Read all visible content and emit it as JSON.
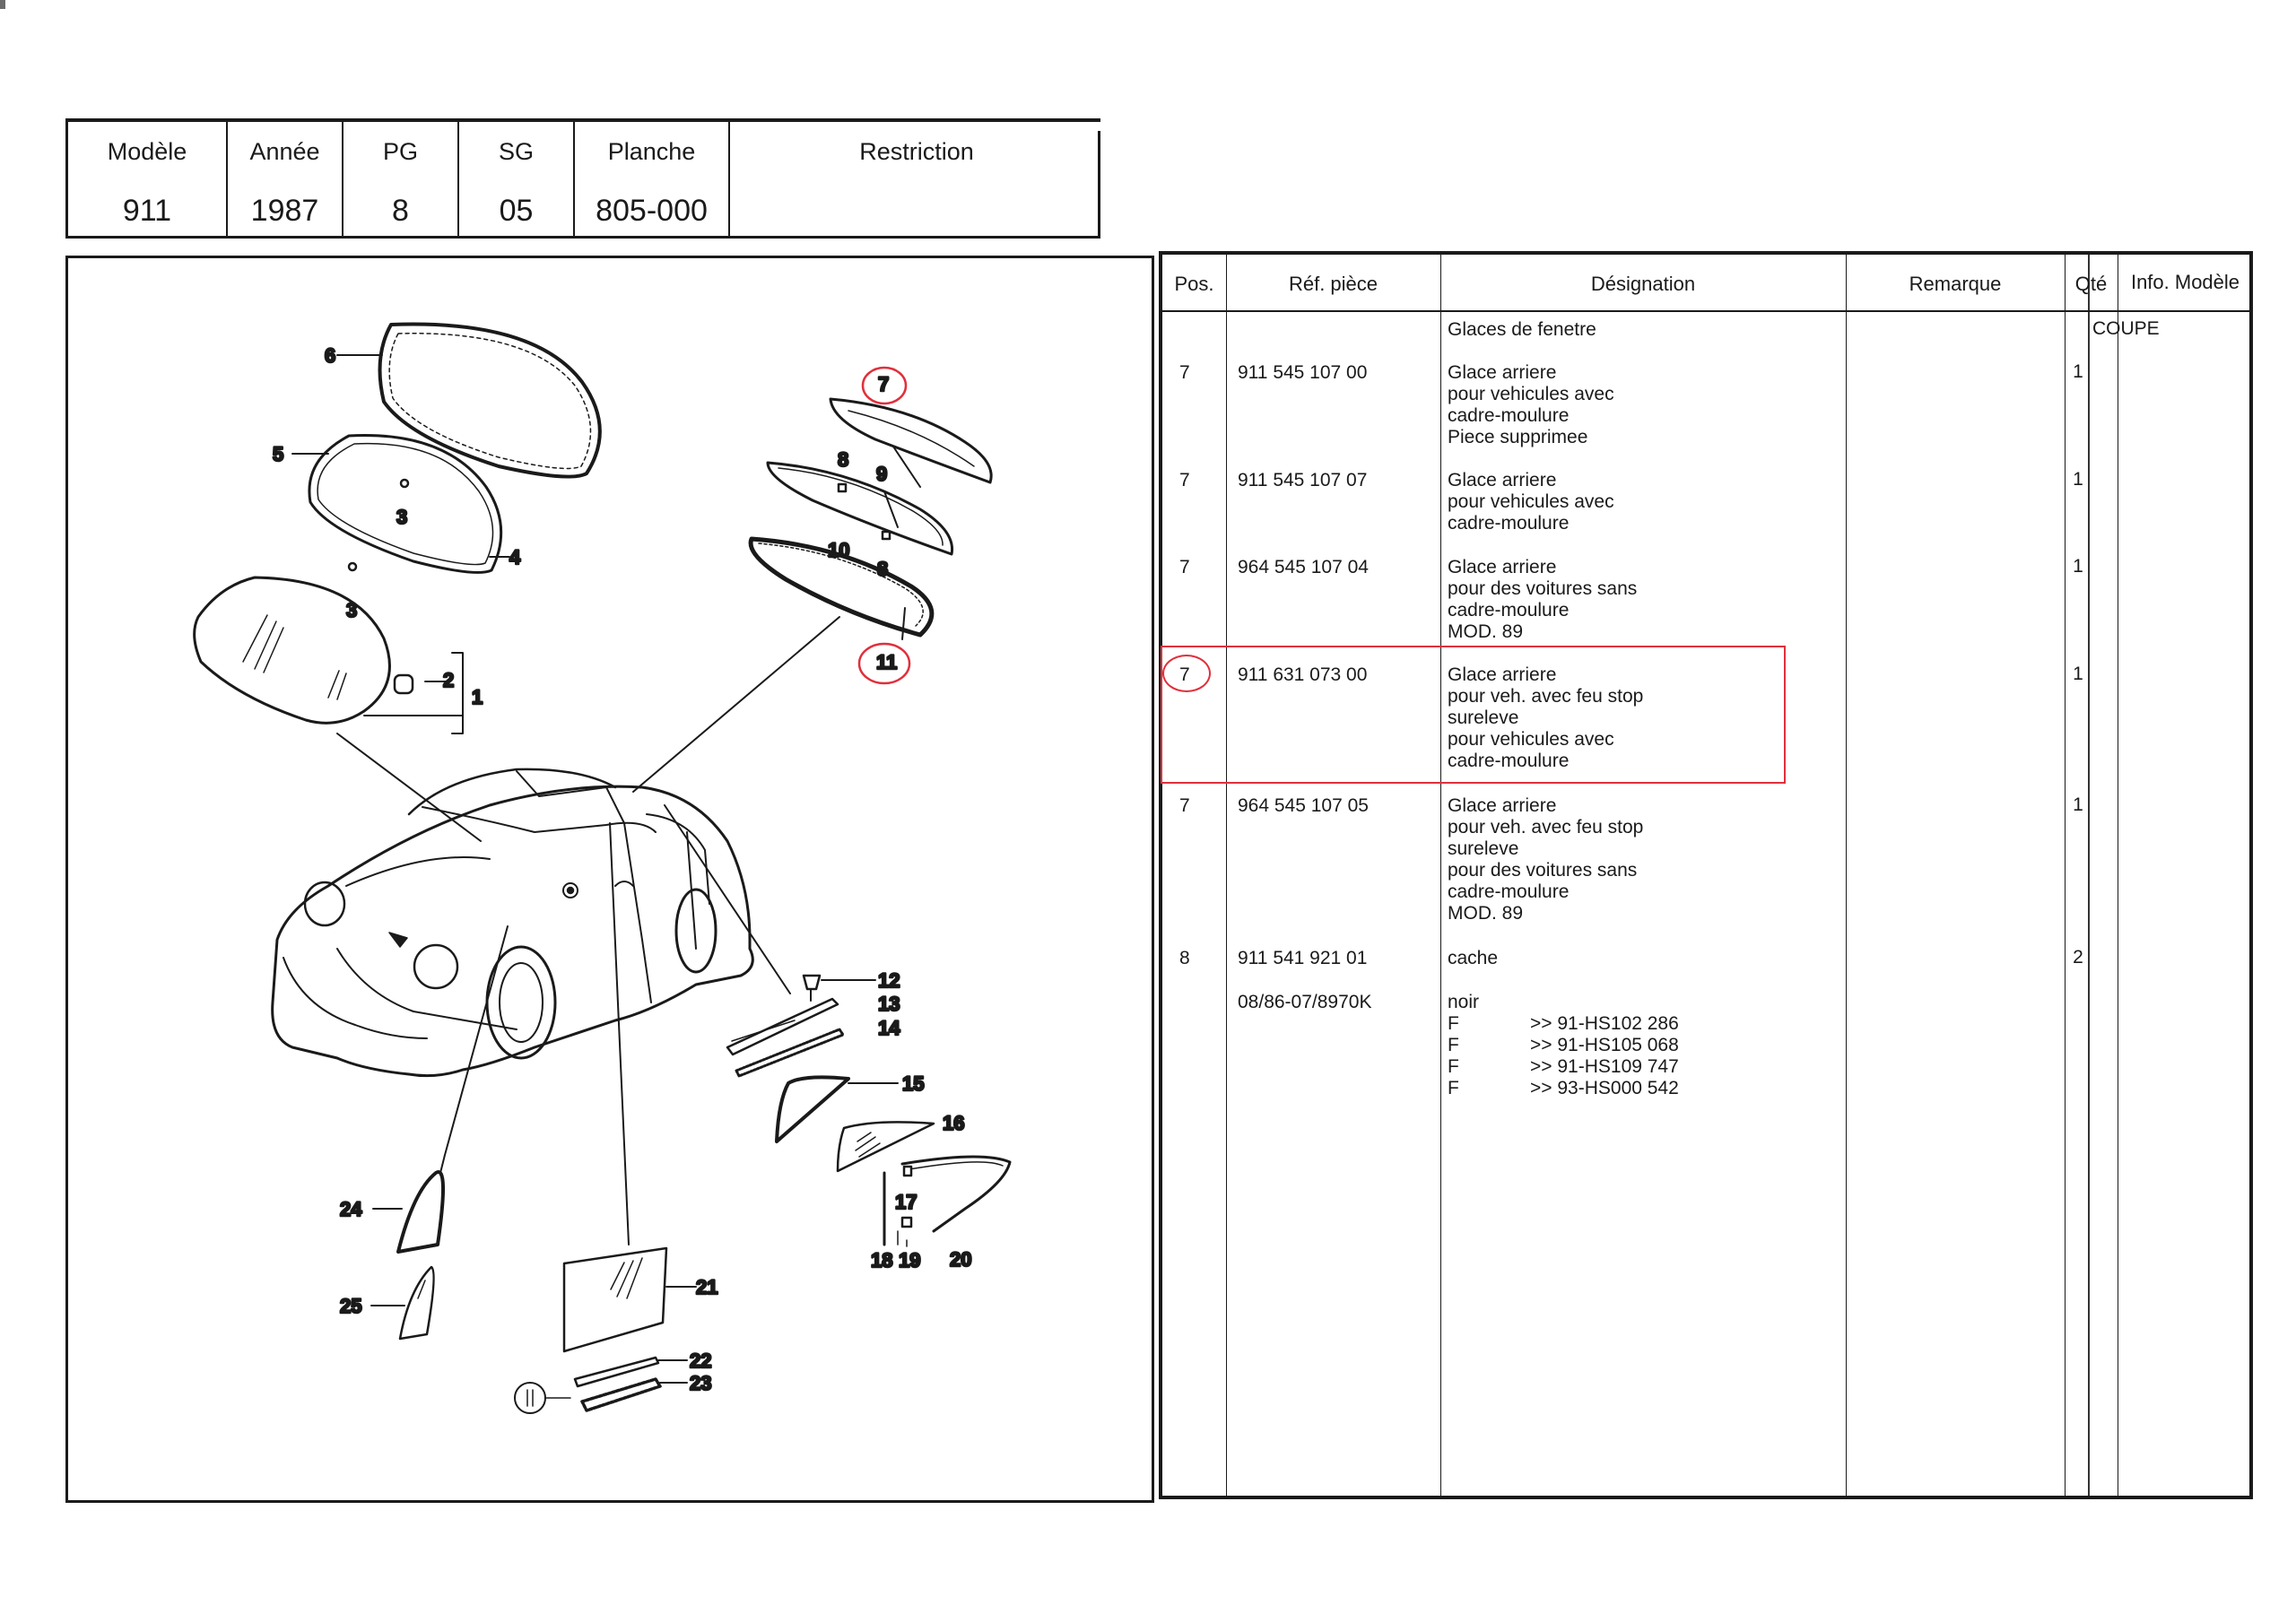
{
  "header": {
    "cols": [
      {
        "label": "Modèle",
        "value": "911"
      },
      {
        "label": "Année",
        "value": "1987"
      },
      {
        "label": "PG",
        "value": "8"
      },
      {
        "label": "SG",
        "value": "05"
      },
      {
        "label": "Planche",
        "value": "805-000"
      },
      {
        "label": "Restriction",
        "value": ""
      }
    ]
  },
  "drawing": {
    "callouts": [
      "1",
      "2",
      "3",
      "3",
      "4",
      "5",
      "6",
      "7",
      "8",
      "8",
      "9",
      "10",
      "11",
      "12",
      "13",
      "14",
      "15",
      "16",
      "17",
      "18",
      "19",
      "20",
      "21",
      "22",
      "23",
      "24",
      "25"
    ]
  },
  "table": {
    "headers": {
      "pos": "Pos.",
      "ref": "Réf. pièce",
      "designation": "Désignation",
      "remarque": "Remarque",
      "qte": "Qté",
      "info": "Info. Modèle"
    },
    "section_title": "Glaces de fenetre",
    "info_model": "COUPE",
    "rows": [
      {
        "pos": "7",
        "ref": "911 545 107 00",
        "designation": "Glace arriere\npour vehicules avec\ncadre-moulure\nPiece supprimee",
        "qte": "1"
      },
      {
        "pos": "7",
        "ref": "911 545 107 07",
        "designation": "Glace arriere\npour vehicules avec\ncadre-moulure",
        "qte": "1"
      },
      {
        "pos": "7",
        "ref": "964 545 107 04",
        "designation": "Glace arriere\npour des voitures sans\ncadre-moulure\nMOD. 89",
        "qte": "1"
      },
      {
        "pos": "7",
        "ref": "911 631 073 00",
        "designation": "Glace arriere\npour veh. avec feu stop\nsureleve\npour vehicules avec\ncadre-moulure",
        "qte": "1",
        "highlighted": true
      },
      {
        "pos": "7",
        "ref": "964 545 107 05",
        "designation": "Glace arriere\npour veh. avec feu stop\nsureleve\npour des voitures sans\ncadre-moulure\nMOD. 89",
        "qte": "1"
      },
      {
        "pos": "8",
        "ref": "911 541 921 01",
        "designation": "cache",
        "qte": "2"
      }
    ],
    "extra": {
      "ref": "08/86-07/8970K",
      "designation": "noir",
      "fitments": [
        {
          "code": "F",
          "range": ">> 91-HS102 286"
        },
        {
          "code": "F",
          "range": ">> 91-HS105 068"
        },
        {
          "code": "F",
          "range": ">> 91-HS109 747"
        },
        {
          "code": "F",
          "range": ">> 93-HS000 542"
        }
      ]
    }
  },
  "colors": {
    "ink": "#1a1a1a",
    "highlight": "#e0303c"
  }
}
